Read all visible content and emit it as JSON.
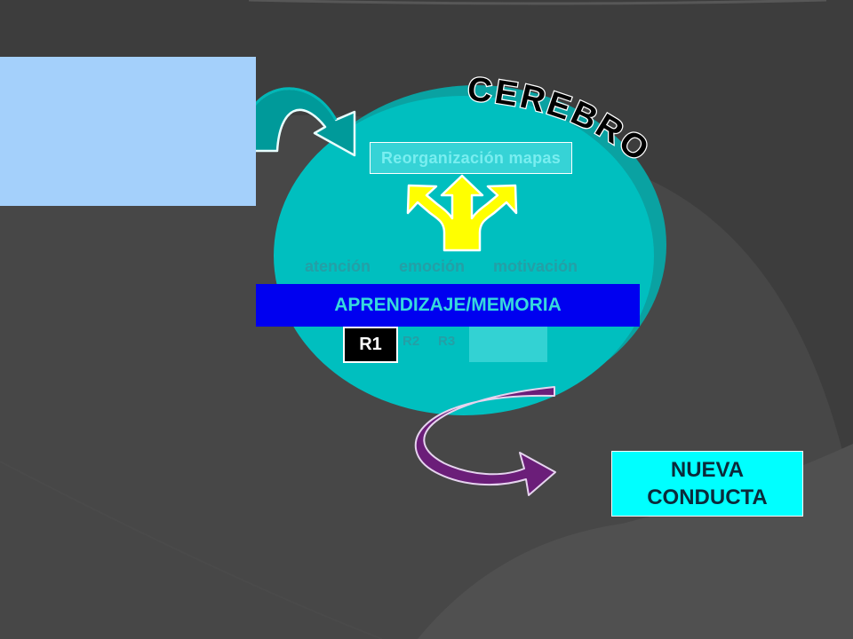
{
  "diagram": {
    "title": "CEREBRO",
    "top_box": "Reorganización mapas",
    "factors": [
      "atención",
      "emoción",
      "motivación"
    ],
    "memory_bar": "APRENDIZAJE/MEMORIA",
    "responses": [
      "R1",
      "R2",
      "R3"
    ],
    "outcome": {
      "line1": "NUEVA",
      "line2": "CONDUCTA"
    }
  },
  "colors": {
    "background": "#3d3d3d",
    "brain": "#00bfbf",
    "memory_bar": "#0000f0",
    "arrow_yellow": "#ffff00",
    "outcome_box": "#00ffff",
    "title": "#000000",
    "purple_arrow": "#6b1e79"
  },
  "icons": [
    "curved-cyan-arrow-icon",
    "three-way-yellow-arrow-icon",
    "curved-purple-arrow-icon"
  ]
}
